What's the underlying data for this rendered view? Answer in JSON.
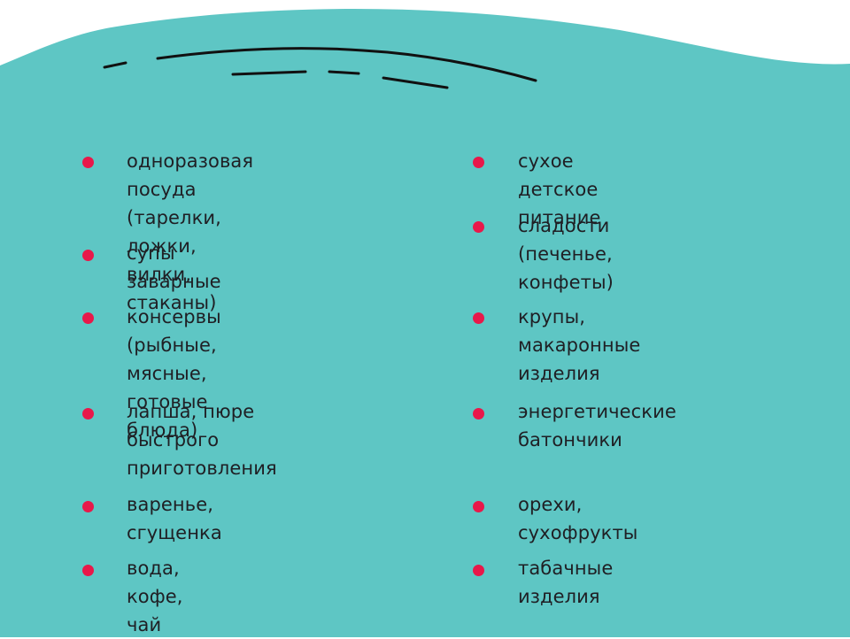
{
  "colors": {
    "background": "#5ec6c4",
    "top_area": "#ffffff",
    "bullet": "#e8184a",
    "text": "#1f1f24",
    "stroke": "#111111"
  },
  "left_column": [
    {
      "text": "одноразовая посуда (тарелки,\nложки, вилки, стаканы)"
    },
    {
      "text": "супы заварные"
    },
    {
      "text": "консервы (рыбные, мясные,\nготовые блюда)"
    },
    {
      "text": "лапша, пюре быстрого\nприготовления"
    },
    {
      "text": "варенье, сгущенка"
    },
    {
      "text": "вода, кофе, чай"
    }
  ],
  "right_column": [
    {
      "text": "сухое детское питание"
    },
    {
      "text": "сладости (печенье,\nконфеты)"
    },
    {
      "text": "крупы, макаронные\nизделия"
    },
    {
      "text": "энергетические\nбатончики"
    },
    {
      "text": "орехи, сухофрукты"
    },
    {
      "text": "табачные изделия"
    }
  ]
}
